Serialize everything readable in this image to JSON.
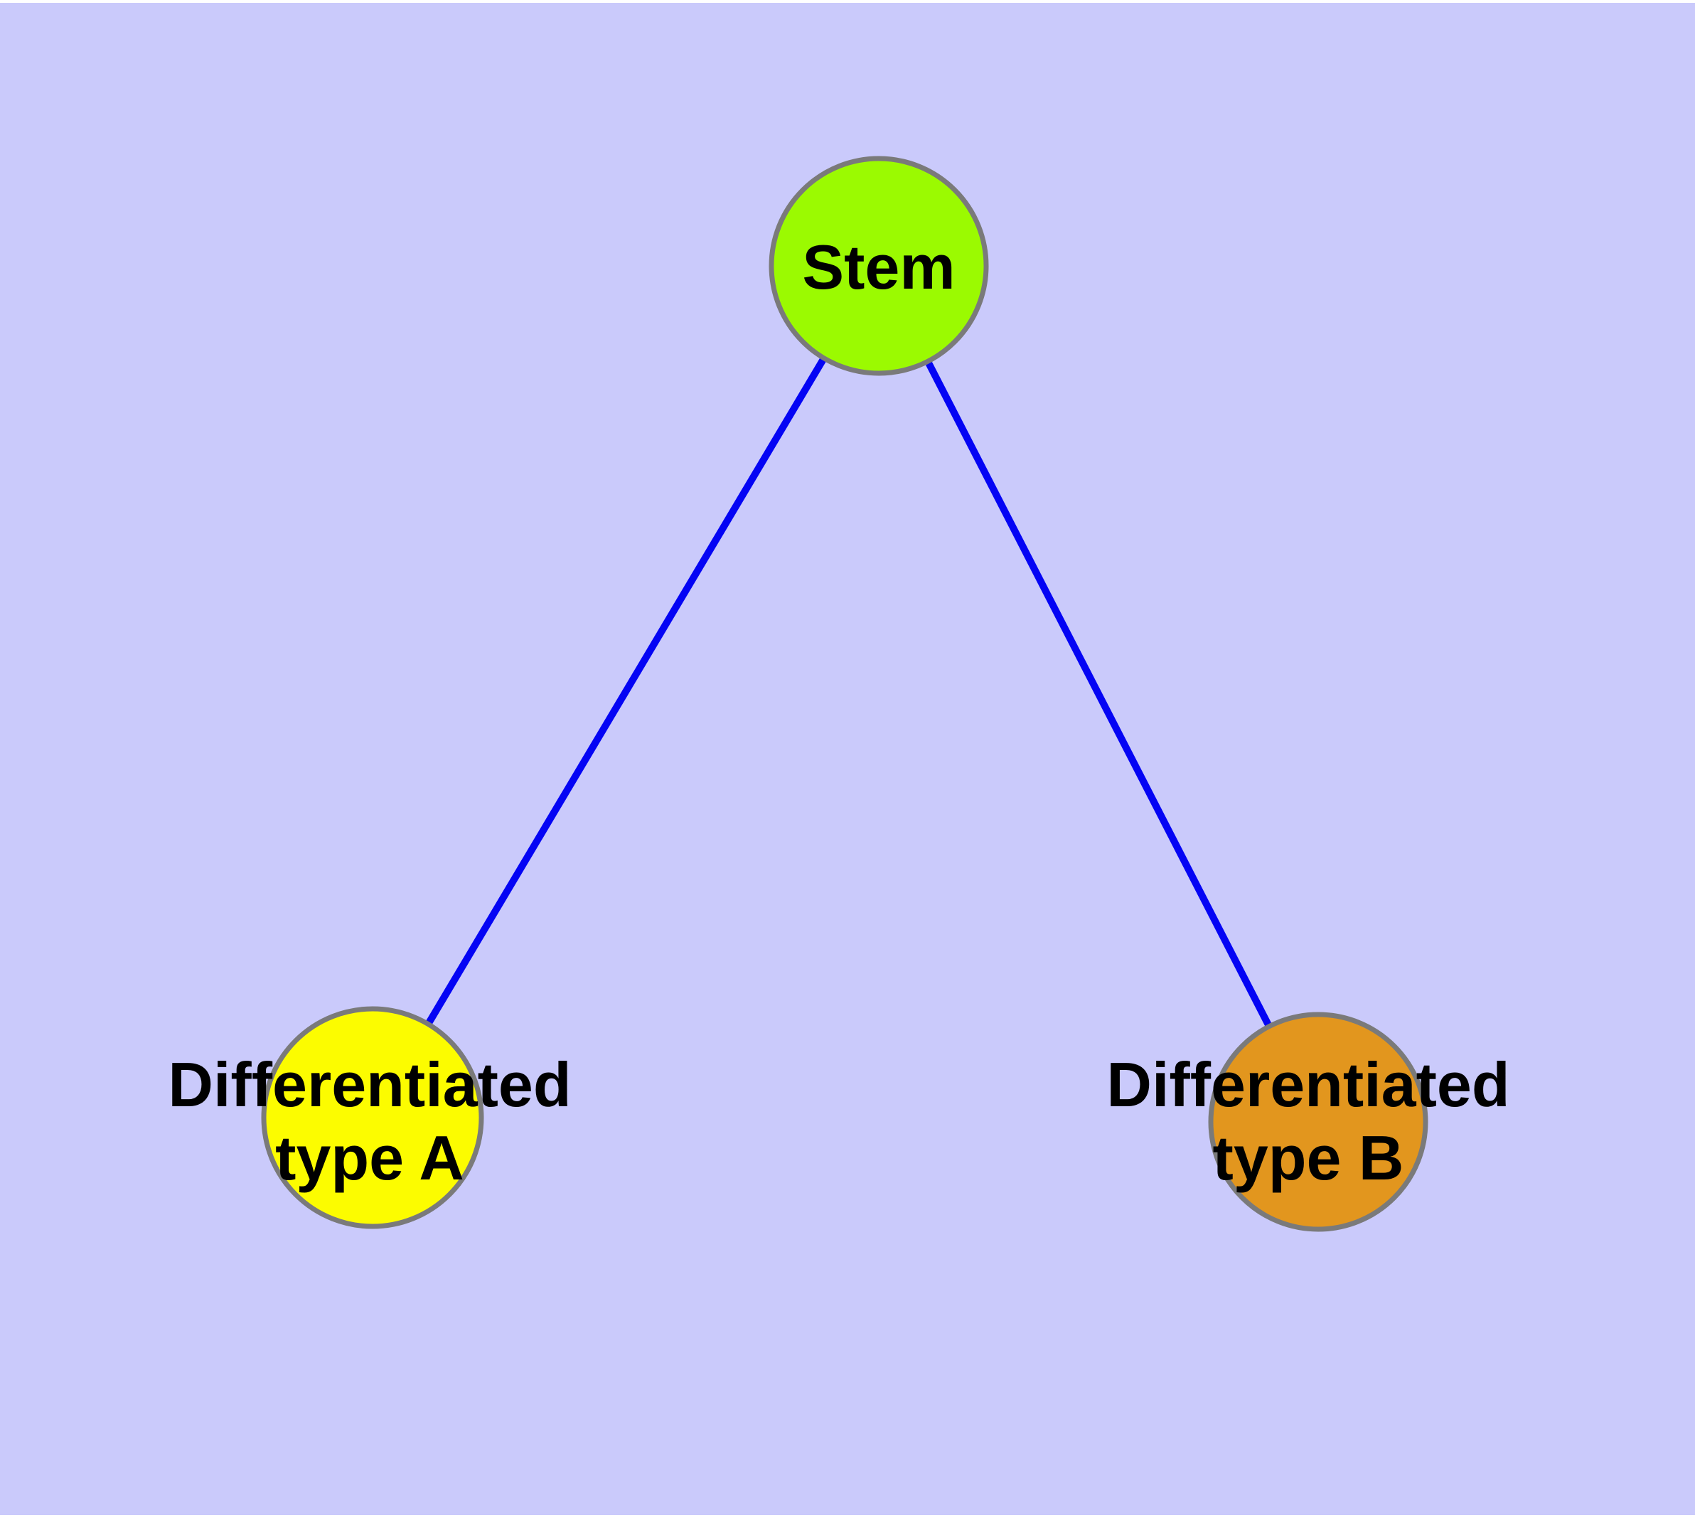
{
  "diagram": {
    "type": "node-link-graph",
    "title": "",
    "background_color": "#CACAFB",
    "page_margin_color": "#FFFFFF",
    "edge_color": "#0404F4",
    "node_border_color": "#7A7A7A",
    "label_color": "#000000",
    "nodes": [
      {
        "id": "stem",
        "label": "Stem",
        "fill": "#9BFA01"
      },
      {
        "id": "differentiated-type-a",
        "label_line1": "Differentiated",
        "label_line2": "type A",
        "fill": "#FCFC00"
      },
      {
        "id": "differentiated-type-b",
        "label_line1": "Differentiated",
        "label_line2": "type B",
        "fill": "#E2961E"
      }
    ],
    "edges": [
      {
        "from": "Stem",
        "to": "Differentiated type A"
      },
      {
        "from": "Stem",
        "to": "Differentiated type B"
      }
    ]
  }
}
